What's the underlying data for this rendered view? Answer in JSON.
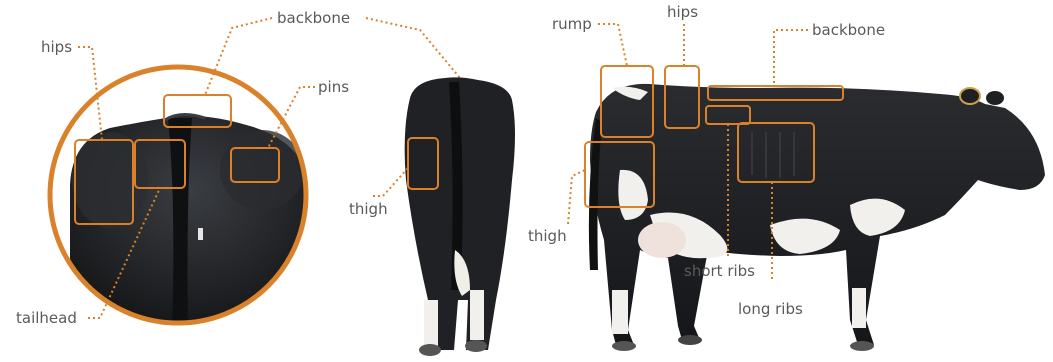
{
  "colors": {
    "accent": "#d9822b",
    "label": "#5a5a5a",
    "cow_dark": "#1c1d1f",
    "cow_white": "#f2f0ec"
  },
  "labels": {
    "closeup_hips": "hips",
    "closeup_backbone": "backbone",
    "closeup_pins": "pins",
    "closeup_tailhead": "tailhead",
    "rear_thigh": "thigh",
    "side_rump": "rump",
    "side_hips": "hips",
    "side_backbone": "backbone",
    "side_thigh": "thigh",
    "side_short_ribs": "short ribs",
    "side_long_ribs": "long ribs"
  },
  "icons": {
    "closeup": "cow-rear-closeup-illustration",
    "rear": "cow-rear-view-illustration",
    "side": "cow-side-view-illustration"
  }
}
